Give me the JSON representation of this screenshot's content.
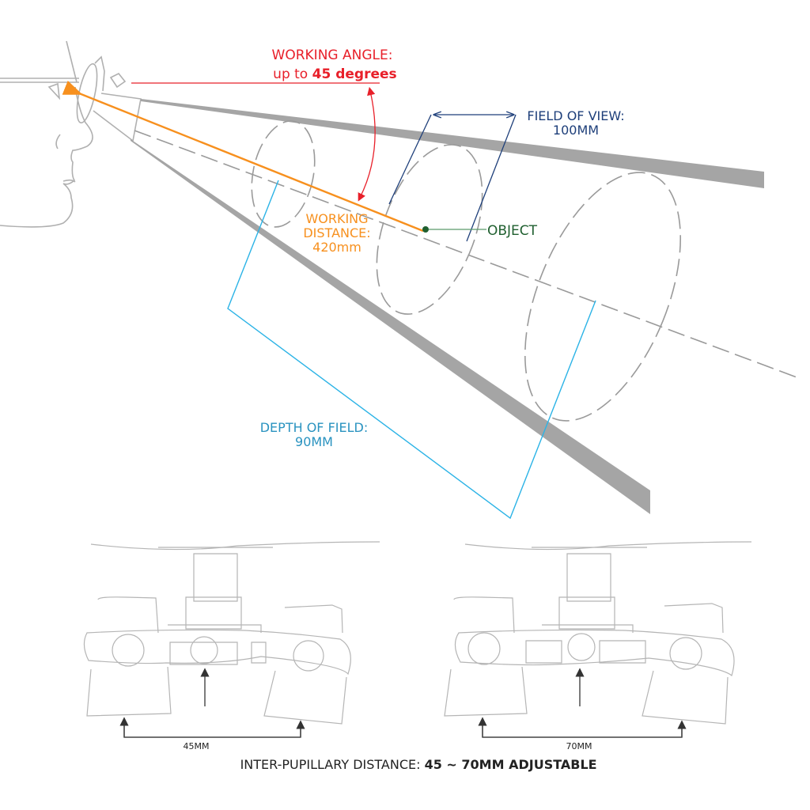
{
  "colors": {
    "angle": "#e8202a",
    "distance": "#f7901e",
    "fov": "#1e3f7a",
    "object": "#1f5f2f",
    "dof": "#2a93c0",
    "dof_line": "#2bb3e6",
    "cone": "#a0a0a0",
    "sketch": "#b5b5b5",
    "text_dark": "#222222"
  },
  "working_angle": {
    "line1": "WORKING ANGLE:",
    "line2_prefix": "up to ",
    "line2_value": "45 degrees"
  },
  "field_of_view": {
    "line1": "FIELD OF VIEW:",
    "line2": "100MM"
  },
  "working_distance": {
    "line1": "WORKING",
    "line2": "DISTANCE:",
    "line3": "420mm"
  },
  "object_label": "OBJECT",
  "depth_of_field": {
    "line1": "DEPTH OF FIELD:",
    "line2": "90MM"
  },
  "ipd": {
    "left_label": "45MM",
    "right_label": "70MM",
    "caption_prefix": "INTER-PUPILLARY DISTANCE: ",
    "caption_bold": "45 ~ 70MM ADJUSTABLE"
  }
}
